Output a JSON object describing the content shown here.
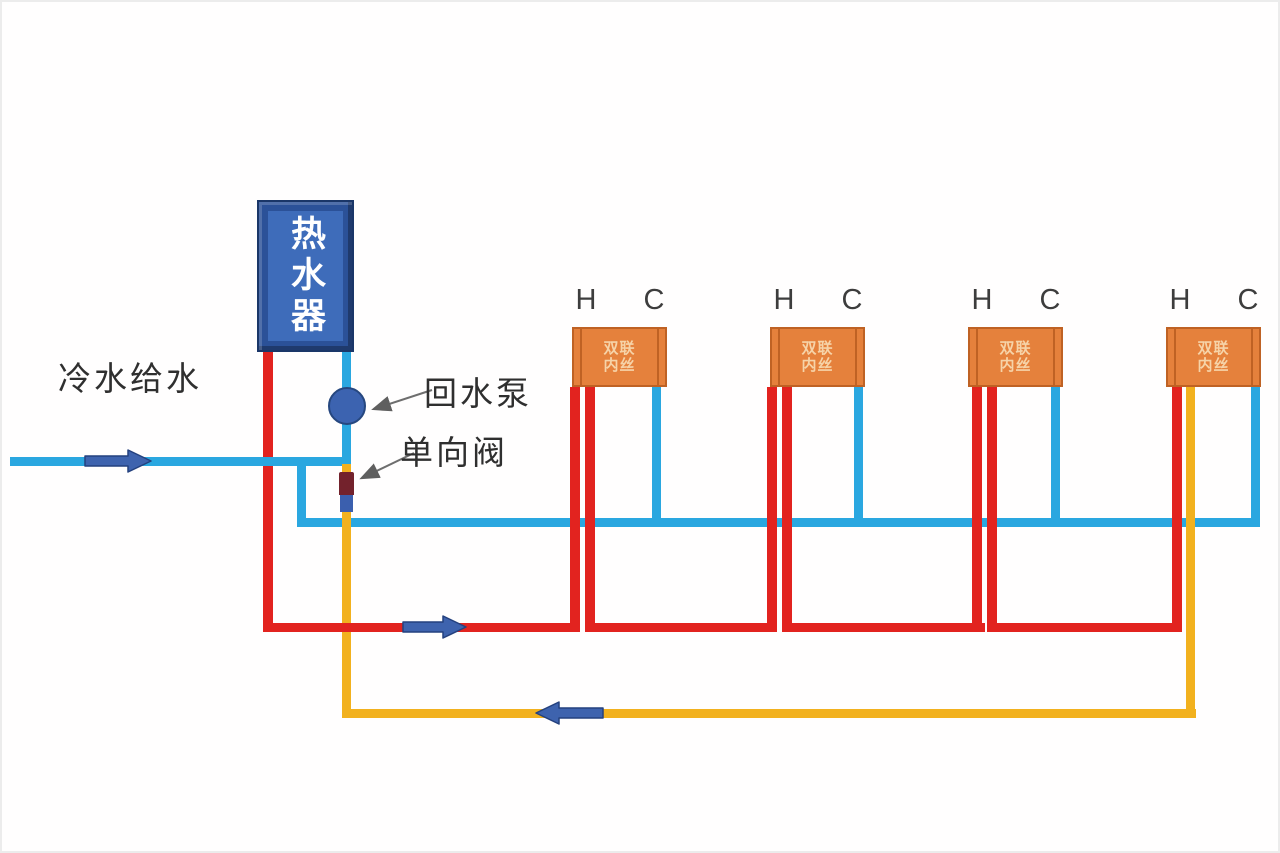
{
  "labels": {
    "cold_supply": "冷水给水",
    "heater": "热水器",
    "pump": "回水泵",
    "check_valve": "单向阀"
  },
  "fixtures": [
    {
      "name": "双联\n内丝",
      "h": "H",
      "c": "C"
    },
    {
      "name": "双联\n内丝",
      "h": "H",
      "c": "C"
    },
    {
      "name": "双联\n内丝",
      "h": "H",
      "c": "C"
    },
    {
      "name": "双联\n内丝",
      "h": "H",
      "c": "C"
    }
  ],
  "colors": {
    "hot": "#e2231f",
    "cold": "#2aa7e0",
    "return_c": "#f2b11e",
    "arrow": "#3e63ae",
    "pump": "#3c63b0",
    "heater_fill": "#3e6cba",
    "heater_edge": "#2b5198",
    "fixture_fill": "#e5813c",
    "fixture_edge": "#bf6224",
    "fixture_text": "#f6d3a8",
    "valve_top": "#73222c",
    "valve_bottom": "#3b5fae",
    "label_text": "#2f2f2f",
    "leader": "#6e6e6e"
  }
}
